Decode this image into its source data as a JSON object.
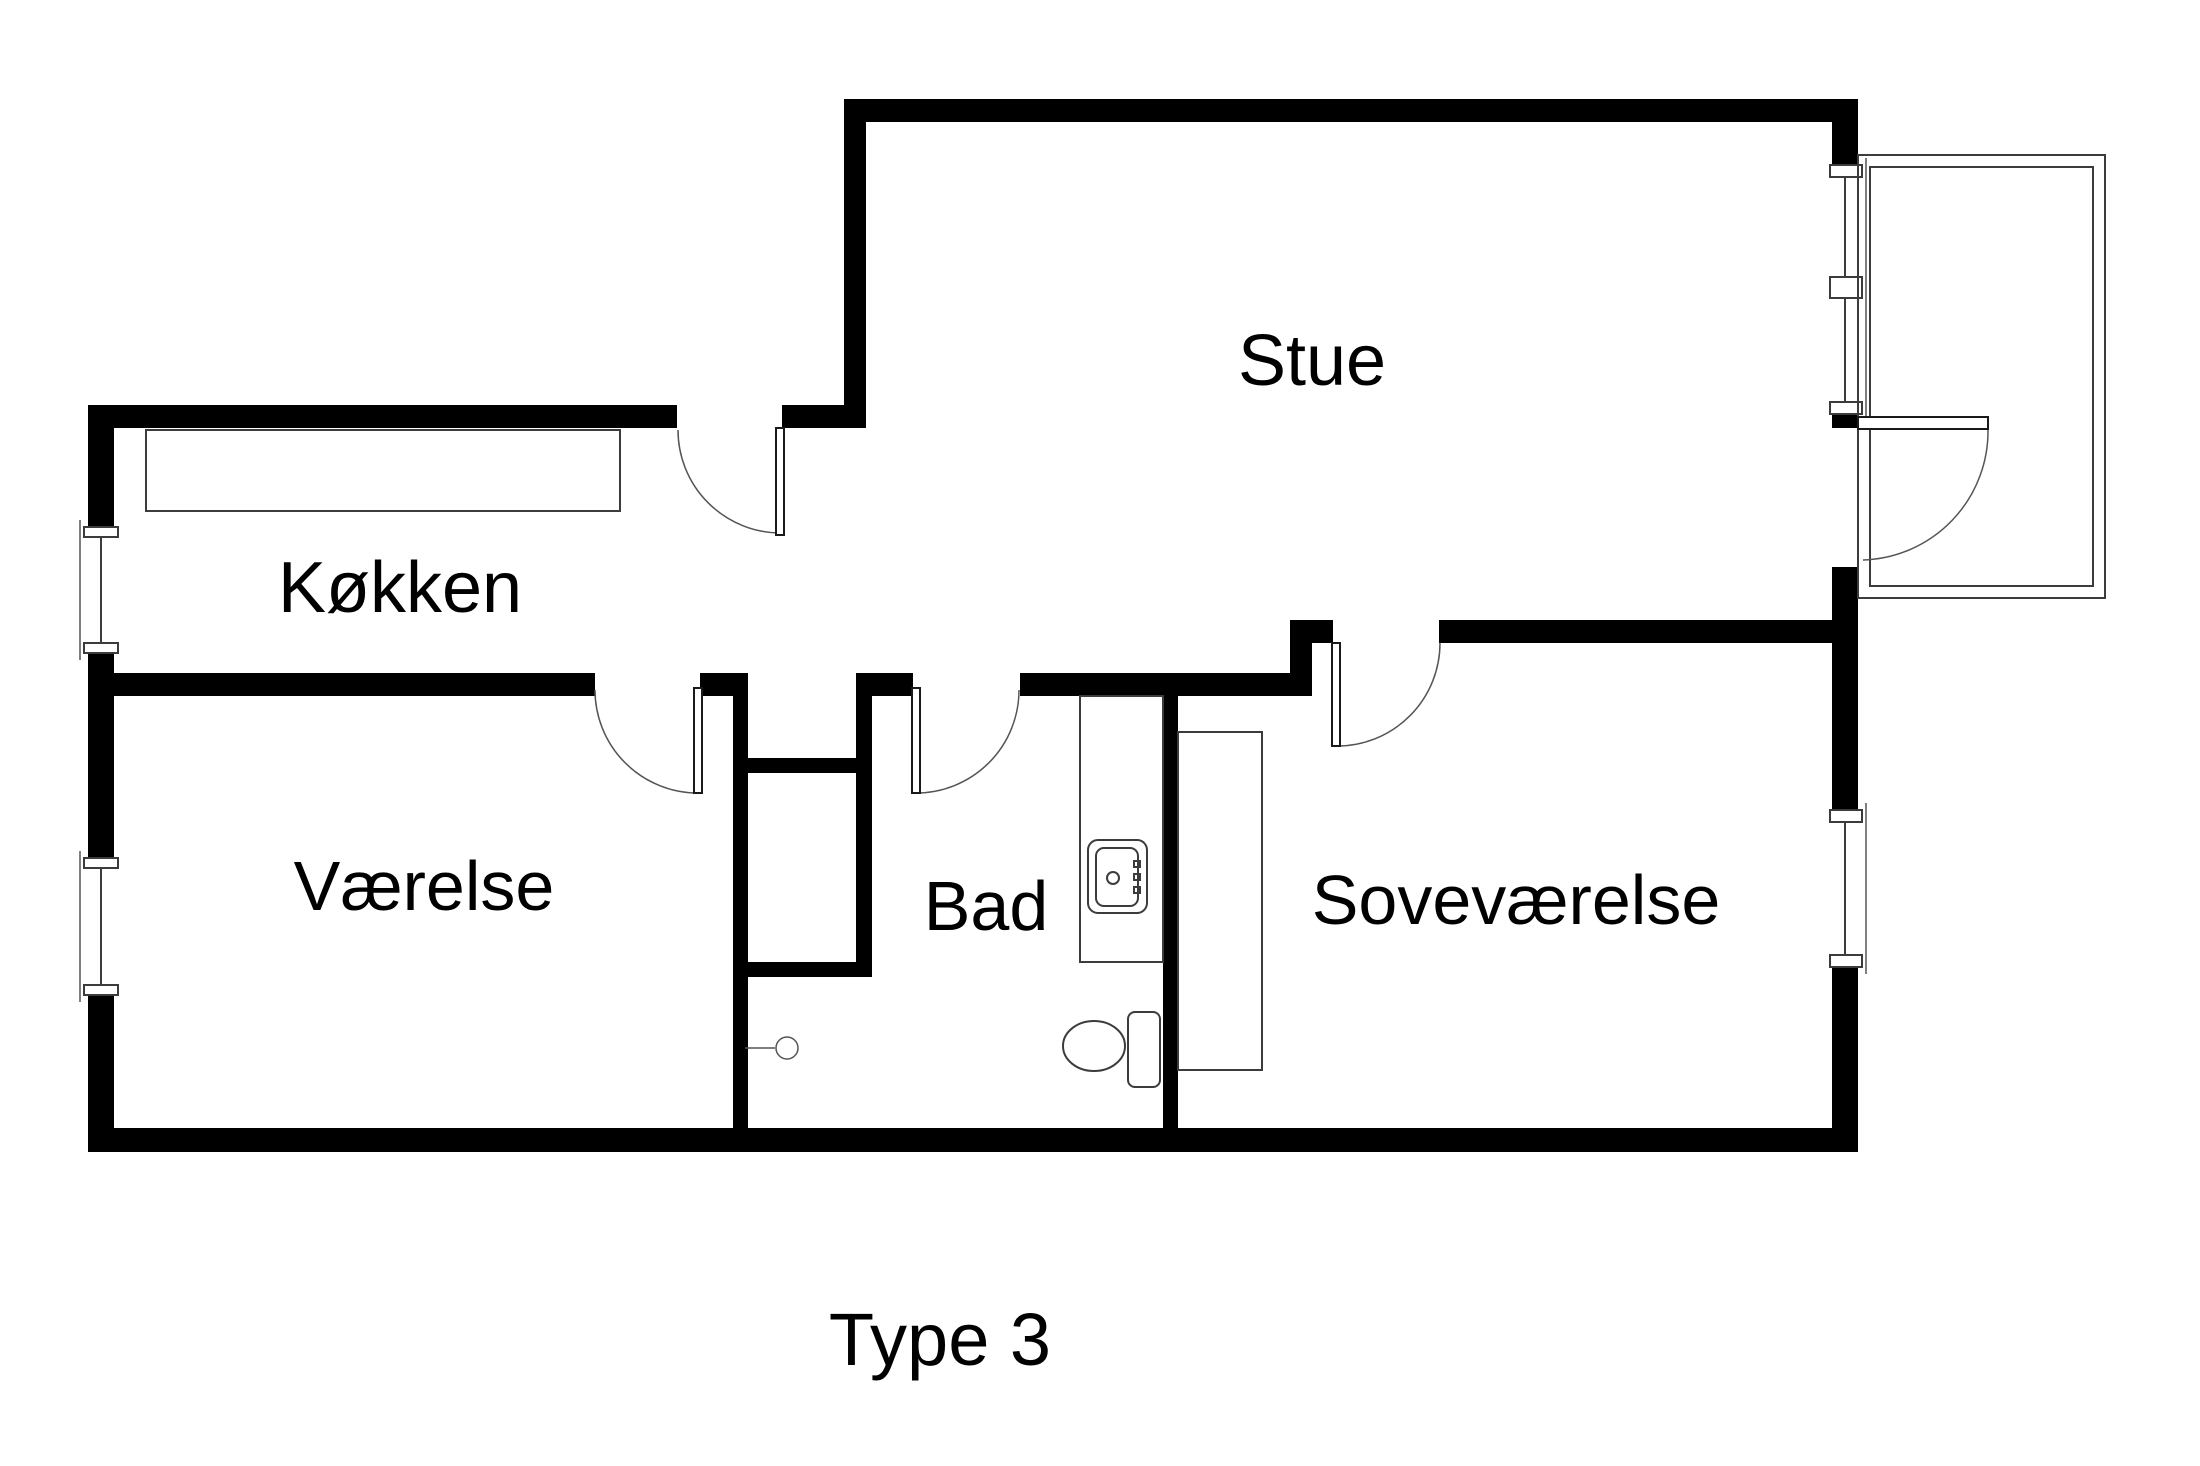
{
  "title": "Type 3",
  "rooms": {
    "stue": "Stue",
    "koekken": "Køkken",
    "vaerelse": "Værelse",
    "bad": "Bad",
    "sovevaerelse": "Soveværelse"
  },
  "colors": {
    "walls": "#000000",
    "thin_lines": "#3c3c3c",
    "background": "#ffffff",
    "text": "#000000"
  }
}
